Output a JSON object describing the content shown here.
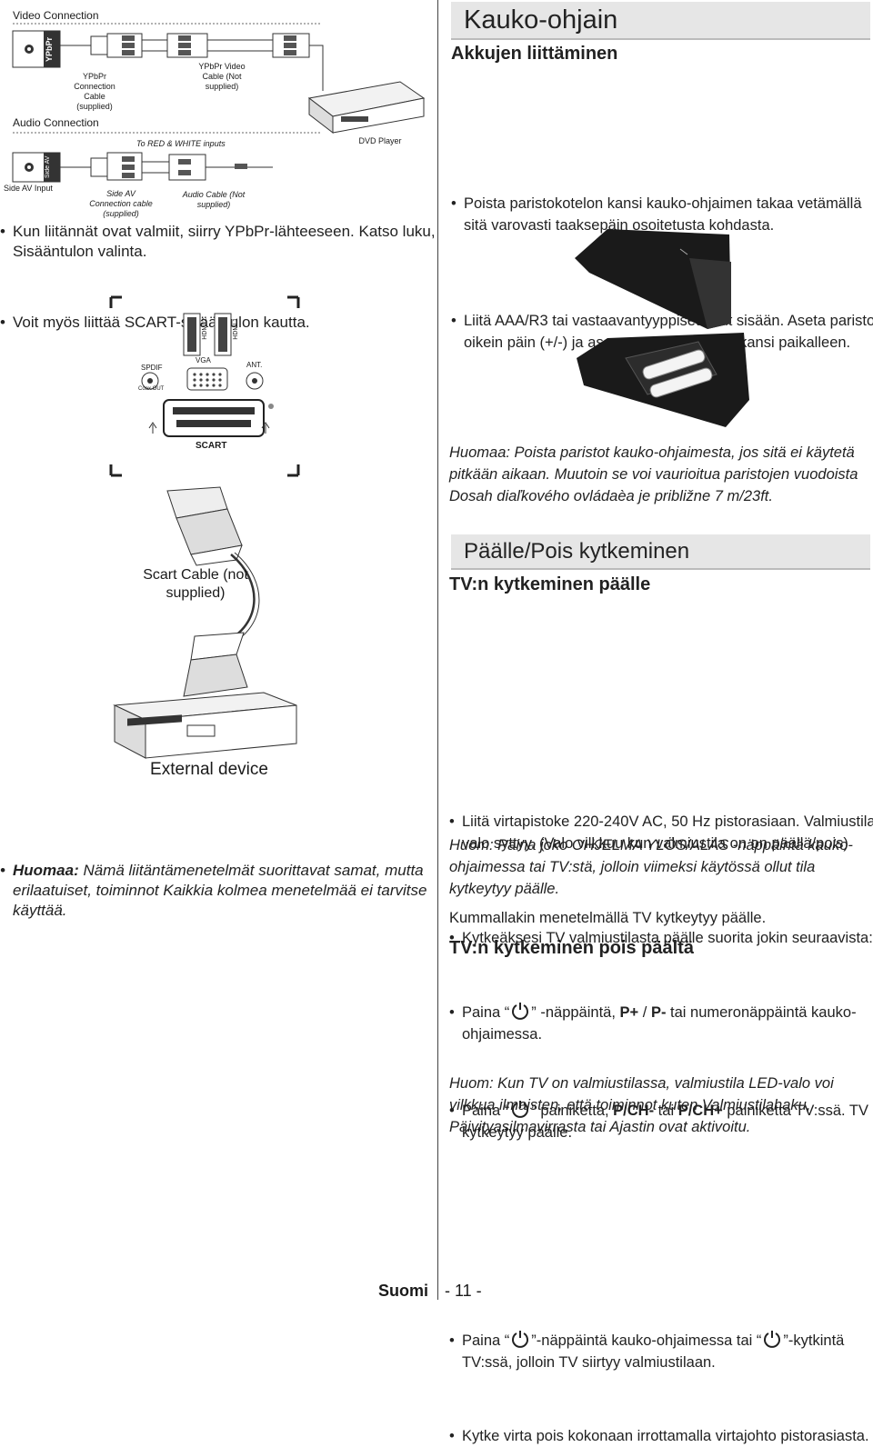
{
  "left": {
    "video_connection_label": "Video Connection",
    "audio_connection_label": "Audio Connection",
    "ypbpr_tag": "YPbPr",
    "side_av_tag": "Side AV",
    "side_av_input_label": "Side AV Input",
    "ypbpr_connection_cable_label": "YPbPr Connection Cable (supplied)",
    "ypbpr_video_cable_label": "YPbPr Video Cable (Not supplied)",
    "to_red_white_label": "To RED & WHITE inputs",
    "side_av_connection_cable_label": "Side AV Connection cable (supplied)",
    "audio_cable_label": "Audio Cable (Not supplied)",
    "dvd_player_label": "DVD Player",
    "bullet1": "Kun liitännät ovat valmiit, siirry YPbPr-lähteeseen. Katso luku, Sisääntulon valinta.",
    "bullet2": "Voit myös liittää SCART-sisääntulon kautta.",
    "panel": {
      "hdmi2": "HDMI 2",
      "hdmi1": "HDMI 1",
      "spdif": "SPDIF",
      "coax_out": "Coax.OUT",
      "vga": "VGA",
      "ant": "ANT.",
      "scart": "SCART"
    },
    "scart_cable_label": "Scart Cable (not supplied)",
    "external_device_label": "External device",
    "note_bold": "Huomaa:",
    "note_text": " Nämä liitäntämenetelmät suorittavat samat, mutta erilaatuiset, toiminnot Kaikkia kolmea menetelmää ei tarvitse käyttää."
  },
  "right": {
    "title": "Kauko-ohjain",
    "battery_heading": "Akkujen liittäminen",
    "battery_b1": "Poista paristokotelon kansi kauko-ohjaimen takaa vetämällä sitä varovasti taaksepäin osoitetusta kohdasta.",
    "battery_b2": "Liitä AAA/R3 tai vastaavantyyppiset akut sisään. Aseta paristot oikein päin (+/-) ja asenna paristolokeron kansi paikalleen.",
    "battery_note": "Huomaa: Poista paristot kauko-ohjaimesta, jos sitä ei käytetä pitkään aikaan. Muutoin se voi vaurioitua paristojen vuodoista Dosah diaľkového ovládaèa je približne 7 m/23ft.",
    "power_title": "Päälle/Pois kytkeminen",
    "on_heading": "TV:n kytkeminen päälle",
    "on_b1": "Liitä virtapistoke 220-240V AC, 50 Hz pistorasiaan. Valmiustilan valo syttyy. (Valo vilkkuu kun valmiustila on on päällä/pois)",
    "on_b2": "Kytkeäksesi TV valmiustilasta päälle suorita jokin seuraavista:",
    "on_b3_a": "Paina “",
    "on_b3_b": "” -näppäintä, ",
    "on_b3_p_plus": "P+",
    "on_b3_slash": " / ",
    "on_b3_p_minus": "P-",
    "on_b3_c": " tai numeronäppäintä kauko-ohjaimessa.",
    "on_b4_a": "Paina “",
    "on_b4_b": "” painiketta, ",
    "on_b4_pch_minus": "P/CH-",
    "on_b4_tai": " tai ",
    "on_b4_pch_plus": "P/CH+",
    "on_b4_c": " painiketta TV:ssä. TV kytkeytyy päälle.",
    "on_note": "Huom: Paina joko OHJELMA YLÖS/ALAS -näppäintä kauko-ohjaimessa tai TV:stä, jolloin viimeksi käytössä ollut tila kytkeytyy päälle.",
    "on_both": "Kummallakin menetelmällä TV kytkeytyy päälle.",
    "off_heading": "TV:n kytkeminen pois päältä",
    "off_b1_a": "Paina “",
    "off_b1_b": "”-näppäintä kauko-ohjaimessa tai “",
    "off_b1_c": "”-kytkintä TV:ssä, jolloin TV siirtyy valmiustilaan.",
    "off_b2": "Kytke virta pois kokonaan irrottamalla virtajohto pistorasiasta.",
    "off_note": "Huom: Kun TV on valmiustilassa, valmiustila LED-valo voi vilkkua ilmaisten, että toiminnot kuten Valmiustilahaku, Päivityasilmavirrasta tai Ajastin ovat aktivoitu."
  },
  "footer": {
    "language": "Suomi",
    "page": "- 11 -"
  }
}
